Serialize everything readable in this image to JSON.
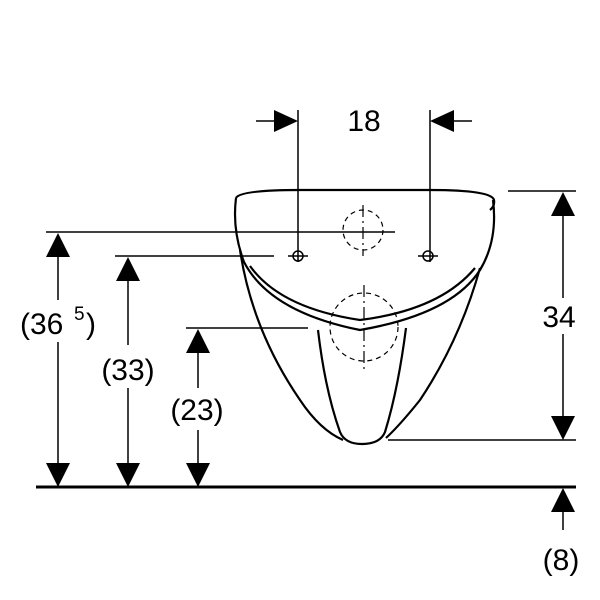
{
  "dimensions": {
    "bolt_spacing": "18",
    "height_total": "34",
    "rim_height": "(36",
    "rim_height_sup": "5",
    "rim_height_close": ")",
    "bolt_height": "(33)",
    "drain_height": "(23)",
    "floor_offset": "(8)"
  },
  "colors": {
    "ink": "#000000",
    "background": "#ffffff"
  }
}
